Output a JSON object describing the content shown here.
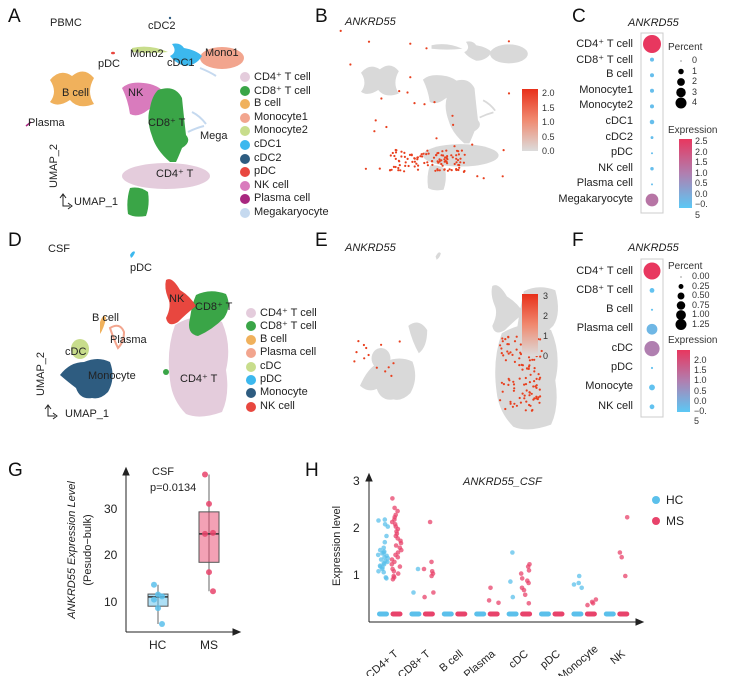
{
  "panels": {
    "A": {
      "letter": "A",
      "title": "PBMC",
      "xlabel": "UMAP_1",
      "ylabel": "UMAP_2",
      "cluster_labels": {
        "cdc2": "cDC2",
        "mono2": "Mono2",
        "pdc": "pDC",
        "cdc1": "cDC1",
        "mono1": "Mono1",
        "bcell": "B cell",
        "nk": "NK",
        "cd8": "CD8⁺ T",
        "mega": "Mega",
        "plasma": "Plasma",
        "cd4": "CD4⁺ T"
      },
      "legend": [
        {
          "label": "CD4⁺ T cell",
          "color": "#e4ccdc"
        },
        {
          "label": "CD8⁺ T cell",
          "color": "#3aa547"
        },
        {
          "label": "B cell",
          "color": "#f0b15c"
        },
        {
          "label": "Monocyte1",
          "color": "#f2a58e"
        },
        {
          "label": "Monocyte2",
          "color": "#c8dd8c"
        },
        {
          "label": "cDC1",
          "color": "#3cb8ee"
        },
        {
          "label": "cDC2",
          "color": "#2e5c80"
        },
        {
          "label": "pDC",
          "color": "#e8473f"
        },
        {
          "label": "NK cell",
          "color": "#d97bbd"
        },
        {
          "label": "Plasma cell",
          "color": "#a8277f"
        },
        {
          "label": "Megakaryocyte",
          "color": "#c5d9ef"
        }
      ]
    },
    "B": {
      "letter": "B",
      "title": "ANKRD55",
      "colorbar_ticks": [
        "2.0",
        "1.5",
        "1.0",
        "0.5",
        "0.0"
      ],
      "colorbar_max": 2.2,
      "low_color": "#dcdcdc",
      "high_color": "#e8401f"
    },
    "C": {
      "letter": "C",
      "title": "ANKRD55",
      "percent_title": "Percent",
      "percent_ticks": [
        "0",
        "1",
        "2",
        "3",
        "4"
      ],
      "expression_title": "Expression",
      "expression_ticks": [
        "2.5",
        "2.0",
        "1.5",
        "1.0",
        "0.5",
        "0.0",
        "−0.",
        "5"
      ],
      "rows": [
        {
          "label": "CD4⁺ T cell",
          "percent": 4.0,
          "expression": 2.5
        },
        {
          "label": "CD8⁺ T cell",
          "percent": 0.2,
          "expression": -0.3
        },
        {
          "label": "B cell",
          "percent": 0.2,
          "expression": -0.3
        },
        {
          "label": "Monocyte1",
          "percent": 0.2,
          "expression": -0.3
        },
        {
          "label": "Monocyte2",
          "percent": 0.2,
          "expression": -0.3
        },
        {
          "label": "cDC1",
          "percent": 0.25,
          "expression": -0.3
        },
        {
          "label": "cDC2",
          "percent": 0.1,
          "expression": -0.3
        },
        {
          "label": "pDC",
          "percent": 0.05,
          "expression": -0.3
        },
        {
          "label": "NK cell",
          "percent": 0.15,
          "expression": -0.3
        },
        {
          "label": "Plasma cell",
          "percent": 0.05,
          "expression": -0.3
        },
        {
          "label": "Megakaryocyte",
          "percent": 2.0,
          "expression": 1.2
        }
      ],
      "percent_max": 4
    },
    "D": {
      "letter": "D",
      "title": "CSF",
      "xlabel": "UMAP_1",
      "ylabel": "UMAP_2",
      "cluster_labels": {
        "pdc": "pDC",
        "nk": "NK",
        "cd8": "CD8⁺ T",
        "bcell": "B cell",
        "plasma": "Plasma",
        "cdc": "cDC",
        "mono": "Monocyte",
        "cd4": "CD4⁺ T"
      },
      "legend": [
        {
          "label": "CD4⁺ T cell",
          "color": "#e4ccdc"
        },
        {
          "label": "CD8⁺ T cell",
          "color": "#3aa547"
        },
        {
          "label": "B cell",
          "color": "#f0b15c"
        },
        {
          "label": "Plasma cell",
          "color": "#f2a58e"
        },
        {
          "label": "cDC",
          "color": "#c8dd8c"
        },
        {
          "label": "pDC",
          "color": "#3cb8ee"
        },
        {
          "label": "Monocyte",
          "color": "#2e5c80"
        },
        {
          "label": "NK cell",
          "color": "#e8473f"
        }
      ]
    },
    "E": {
      "letter": "E",
      "title": "ANKRD55",
      "colorbar_ticks": [
        "3",
        "2",
        "1",
        "0"
      ],
      "colorbar_max": 3.1
    },
    "F": {
      "letter": "F",
      "title": "ANKRD55",
      "percent_title": "Percent",
      "percent_ticks": [
        "0.00",
        "0.25",
        "0.50",
        "0.75",
        "1.00",
        "1.25"
      ],
      "expression_title": "Expression",
      "expression_ticks": [
        "2.0",
        "1.5",
        "1.0",
        "0.5",
        "0.0",
        "−0.",
        "5"
      ],
      "rows": [
        {
          "label": "CD4⁺ T cell",
          "percent": 1.25,
          "expression": 2.1
        },
        {
          "label": "CD8⁺ T cell",
          "percent": 0.1,
          "expression": -0.4
        },
        {
          "label": "B cell",
          "percent": 0.02,
          "expression": -0.4
        },
        {
          "label": "Plasma cell",
          "percent": 0.5,
          "expression": -0.2
        },
        {
          "label": "cDC",
          "percent": 1.0,
          "expression": 0.8
        },
        {
          "label": "pDC",
          "percent": 0.02,
          "expression": -0.4
        },
        {
          "label": "Monocyte",
          "percent": 0.15,
          "expression": -0.4
        },
        {
          "label": "NK cell",
          "percent": 0.1,
          "expression": -0.4
        }
      ],
      "percent_max": 1.25
    },
    "G": {
      "letter": "G",
      "title": "CSF",
      "p_value": "p=0.0134"
    },
    "H": {
      "letter": "H",
      "title": "ANKRD55_CSF"
    }
  },
  "expression_scale": {
    "low": "#5bc8f5",
    "mid": "#b07fb0",
    "high": "#e8375f"
  },
  "chart_data": [
    {
      "type": "box",
      "panel": "G",
      "title": "CSF",
      "ylabel": "ANKRD55 Expression Level",
      "ylabel2": "(Pesudo−bulk)",
      "categories": [
        "HC",
        "MS"
      ],
      "yticks": [
        "10",
        "20",
        "30"
      ],
      "ylim": [
        3.6,
        40
      ],
      "series": [
        {
          "name": "HC",
          "color": "#5bc0eb",
          "points": [
            13.7,
            11.6,
            11.2,
            10.5,
            8.7,
            5.3
          ],
          "q1": 9.1,
          "median": 11.1,
          "q3": 11.7,
          "whisker_low": 5.3,
          "whisker_high": 13.7
        },
        {
          "name": "MS",
          "color": "#e8436b",
          "points": [
            37.3,
            31.0,
            24.8,
            24.6,
            16.4,
            12.3
          ],
          "q1": 18.5,
          "median": 24.6,
          "q3": 29.3,
          "whisker_low": 12.3,
          "whisker_high": 37.3
        }
      ],
      "annotation": "p=0.0134"
    },
    {
      "type": "scatter",
      "panel": "H",
      "title": "ANKRD55_CSF",
      "ylabel": "Expression level",
      "yticks": [
        "1",
        "2",
        "3"
      ],
      "ylim": [
        0,
        3
      ],
      "categories": [
        "CD4+ T",
        "CD8+ T",
        "B cell",
        "Plasma",
        "cDC",
        "pDC",
        "Monocyte",
        "NK"
      ],
      "legend": [
        {
          "label": "HC",
          "color": "#5bc0eb"
        },
        {
          "label": "MS",
          "color": "#e8436b"
        }
      ],
      "series": [
        {
          "name": "HC",
          "values": [
            [
              2.2,
              2.18,
              2.1,
              2.05,
              1.85,
              1.72,
              1.6,
              1.55,
              1.52,
              1.5,
              1.48,
              1.45,
              1.43,
              1.4,
              1.38,
              1.35,
              1.32,
              1.3,
              1.27,
              1.25,
              1.22,
              1.2,
              1.18,
              1.15,
              1.1,
              1.08,
              0.97,
              0.95
            ],
            [
              1.15,
              0.65
            ],
            [],
            [],
            [
              1.5,
              0.88,
              0.55
            ],
            [],
            [
              1.0,
              0.85,
              0.82,
              0.75
            ],
            []
          ]
        },
        {
          "name": "MS",
          "values": [
            [
              2.65,
              2.45,
              2.38,
              2.3,
              2.25,
              2.2,
              2.15,
              2.1,
              2.05,
              2.0,
              1.95,
              1.9,
              1.85,
              1.8,
              1.75,
              1.7,
              1.65,
              1.6,
              1.55,
              1.5,
              1.45,
              1.4,
              1.35,
              1.3,
              1.25,
              1.2,
              1.15,
              1.1,
              1.05,
              1.0,
              0.97,
              0.93
            ],
            [
              2.15,
              1.3,
              1.15,
              1.1,
              1.05,
              1.0,
              0.65,
              0.55
            ],
            [],
            [
              0.75,
              0.48,
              0.43
            ],
            [
              1.25,
              1.2,
              1.12,
              1.05,
              0.95,
              0.9,
              0.85,
              0.75,
              0.7,
              0.6,
              0.42
            ],
            [],
            [
              0.5,
              0.45,
              0.42,
              0.38
            ],
            [
              2.25,
              1.5,
              1.4,
              1.0
            ]
          ]
        }
      ],
      "zero_cells_present": true
    }
  ]
}
